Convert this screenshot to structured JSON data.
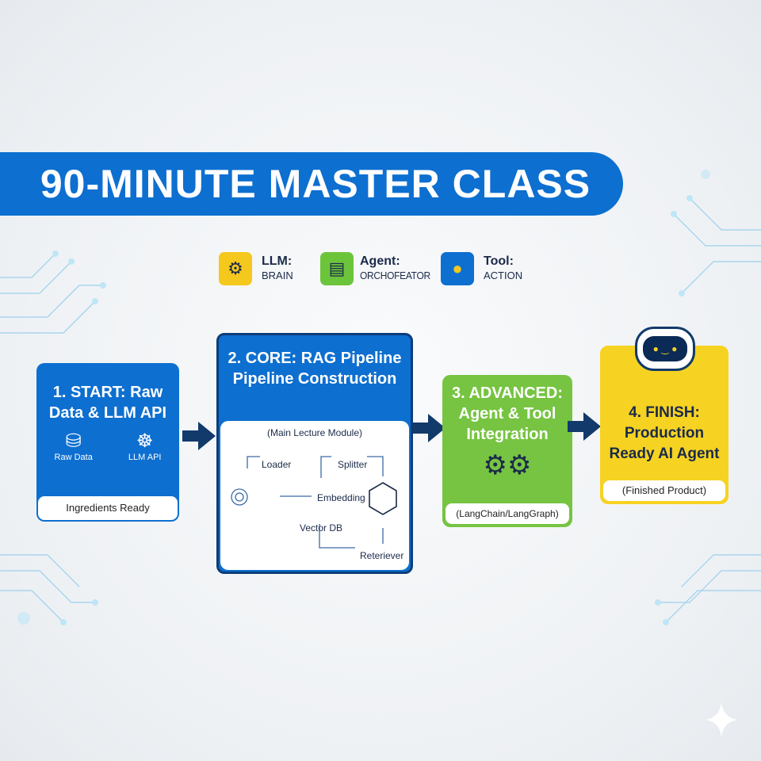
{
  "title": "90-MINUTE MASTER CLASS",
  "legend": [
    {
      "icon": "brain-icon",
      "title": "LLM:",
      "subtitle": "BRAIN",
      "color": "#f4c81c"
    },
    {
      "icon": "orchestrator-icon",
      "title": "Agent:",
      "subtitle": "ORCHOFEATOR",
      "color": "#6cc43b"
    },
    {
      "icon": "tool-icon",
      "title": "Tool:",
      "subtitle": "ACTION",
      "color": "#0d6fd0"
    }
  ],
  "steps": [
    {
      "title": "1. START: Raw Data & LLM API",
      "items": [
        "Raw Data",
        "LLM API"
      ],
      "footer": "Ingredients Ready",
      "color": "#0d6fd0"
    },
    {
      "title": "2. CORE: RAG Pipeline Pipeline Construction",
      "subtitle": "(Main Lecture Module)",
      "nodes": [
        "Loader",
        "Splitter",
        "Embedding",
        "Vector DB",
        "Reteriever"
      ],
      "color": "#0d6fd0"
    },
    {
      "title": "3. ADVANCED: Agent & Tool Integration",
      "footer": "(LangChain/LangGraph)",
      "color": "#76c442"
    },
    {
      "title": "4. FINISH: Production Ready AI Agent",
      "footer": "(Finished Product)",
      "color": "#f6d322"
    }
  ]
}
